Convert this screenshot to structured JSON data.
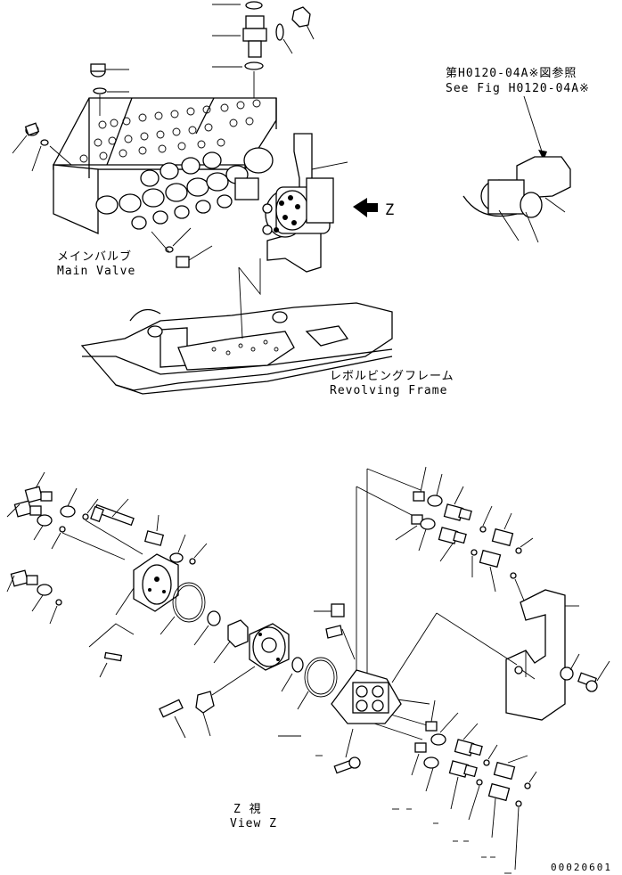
{
  "labels": {
    "ref_ja": "第H0120-04A※図参照",
    "ref_en": "See Fig H0120-04A※",
    "main_valve_ja": "メインバルブ",
    "main_valve_en": "Main Valve",
    "revolving_frame_ja": "レボルビングフレーム",
    "revolving_frame_en": "Revolving Frame",
    "view_arrow": "Z",
    "view_z_ja": "Z 視",
    "view_z_en": "View Z",
    "drawing_number": "00020601"
  },
  "colors": {
    "line": "#000000",
    "background": "#ffffff"
  }
}
